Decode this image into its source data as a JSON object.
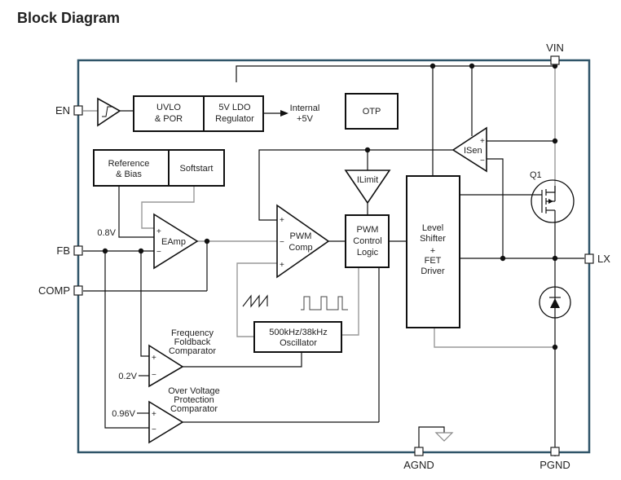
{
  "title": "Block Diagram",
  "pins": {
    "en": "EN",
    "fb": "FB",
    "comp": "COMP",
    "vin": "VIN",
    "lx": "LX",
    "agnd": "AGND",
    "pgnd": "PGND"
  },
  "blocks": {
    "uvlo": [
      "UVLO",
      "& POR"
    ],
    "ldo": [
      "5V LDO",
      "Regulator"
    ],
    "internal": [
      "Internal",
      "+5V"
    ],
    "otp": "OTP",
    "ref": [
      "Reference",
      "& Bias"
    ],
    "softstart": "Softstart",
    "eamp": "EAmp",
    "pwm_comp": [
      "PWM",
      "Comp"
    ],
    "ilimit": "ILimit",
    "pwm_logic": [
      "PWM",
      "Control",
      "Logic"
    ],
    "level_shifter": [
      "Level",
      "Shifter",
      "+",
      "FET",
      "Driver"
    ],
    "isen": "ISen",
    "q1": "Q1",
    "oscillator": [
      "500kHz/38kHz",
      "Oscillator"
    ],
    "freq_foldback": [
      "Frequency",
      "Foldback",
      "Comparator"
    ],
    "ovp": [
      "Over Voltage",
      "Protection",
      "Comparator"
    ]
  },
  "voltages": {
    "ref": "0.8V",
    "ff": "0.2V",
    "ovp": "0.96V"
  },
  "signs": {
    "plus": "+",
    "minus": "−"
  }
}
